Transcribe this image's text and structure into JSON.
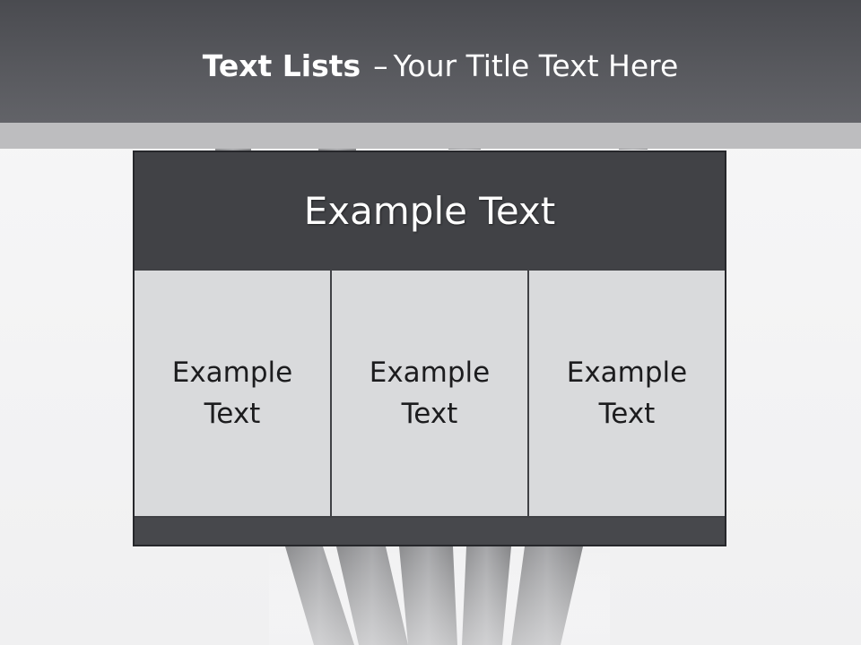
{
  "slide": {
    "title_bold": "Text Lists",
    "title_separator": "–",
    "title_rest": "Your Title Text Here"
  },
  "table": {
    "header": "Example Text",
    "columns": [
      {
        "label": "Example Text"
      },
      {
        "label": "Example Text"
      },
      {
        "label": "Example Text"
      }
    ]
  },
  "colors": {
    "title_bar": "#595a5f",
    "header_cell": "#414246",
    "body_cell": "#d9dadc",
    "border": "#26272b"
  }
}
